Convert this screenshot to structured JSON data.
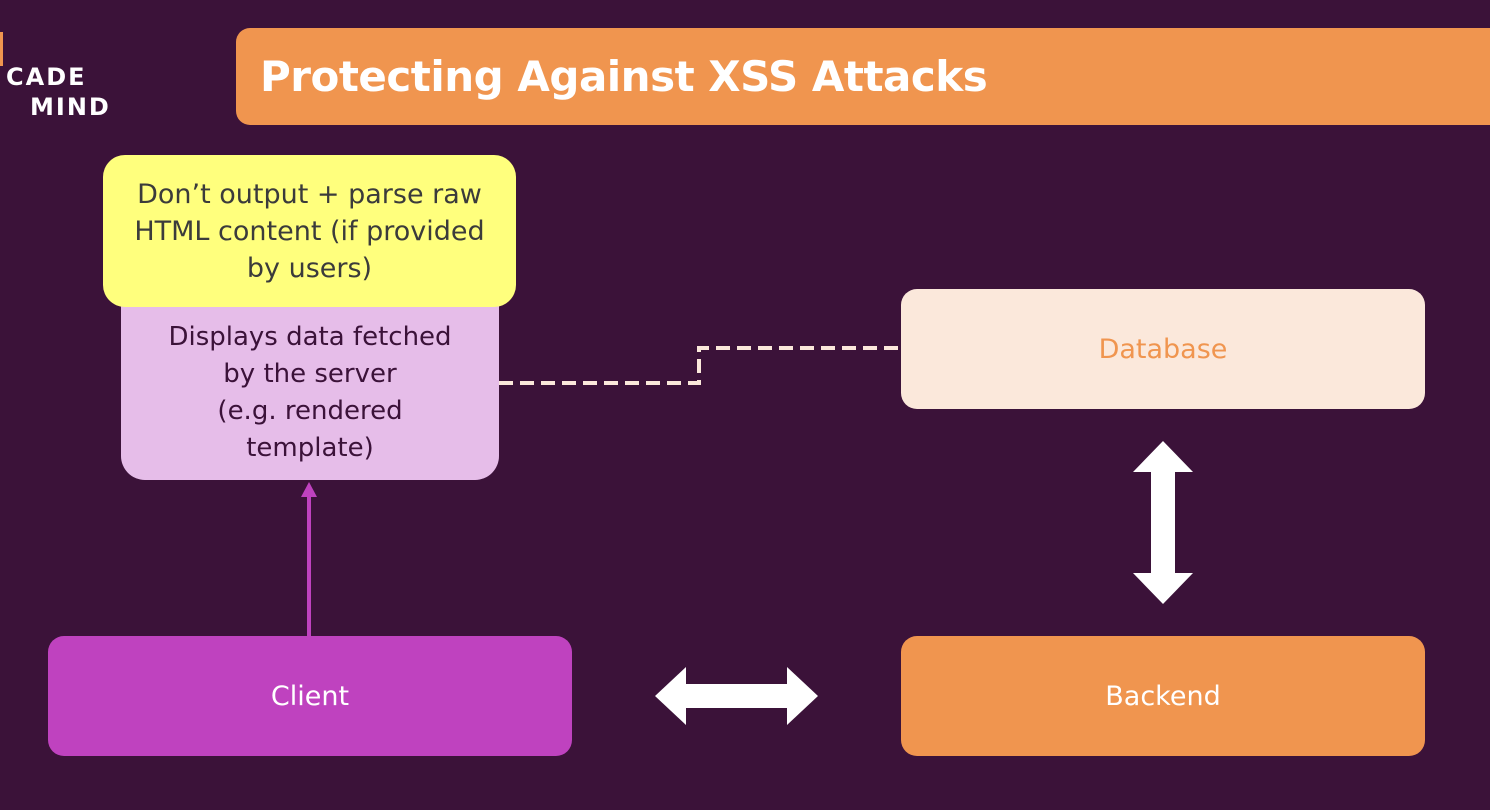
{
  "logo": {
    "line1": "CADE",
    "line2": "MIND"
  },
  "slide": {
    "title": "Protecting Against XSS Attacks"
  },
  "diagram": {
    "note": "Don’t output + parse raw HTML content (if provided by users)",
    "display": {
      "line1": "Displays data fetched",
      "line2": "by the server",
      "line3": "(e.g. rendered",
      "line4": "template)"
    },
    "database": "Database",
    "client": "Client",
    "backend": "Backend"
  },
  "colors": {
    "background": "#3b1239",
    "accent_orange": "#f0954f",
    "note_yellow": "#ffff7d",
    "display_lilac": "#e6bde9",
    "database_cream": "#fbe8db",
    "client_purple": "#bf42bf"
  }
}
